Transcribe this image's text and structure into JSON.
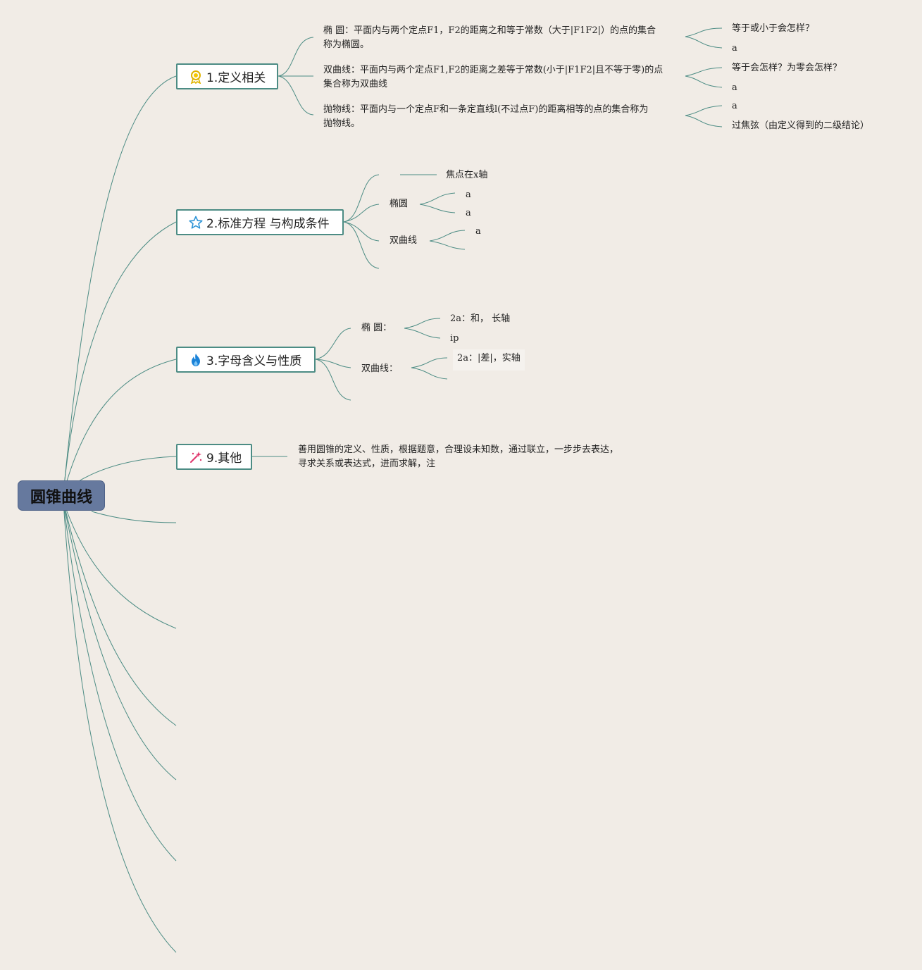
{
  "colors": {
    "background": "#f1ece6",
    "line": "#4c8c84",
    "root_fill": "#66799e",
    "topic_border": "#4c8c84"
  },
  "root": {
    "label": "圆锥曲线"
  },
  "topics": [
    {
      "label": "1.定义相关",
      "icon": "medal-icon",
      "children": [
        {
          "lines": [
            "椭 圆：平面内与两个定点F1，F2的距离之和等于常数（大于|F1F2|）的点的集合",
            "称为椭圆。"
          ],
          "children": [
            "等于或小于会怎样？",
            "a"
          ]
        },
        {
          "lines": [
            "双曲线：平面内与两个定点F1,F2的距离之差等于常数(小于|F1F2|且不等于零)的点",
            "集合称为双曲线"
          ],
          "children": [
            "等于会怎样？为零会怎样？",
            "a"
          ]
        },
        {
          "lines": [
            "抛物线：平面内与一个定点F和一条定直线l(不过点F)的距离相等的点的集合称为",
            "抛物线。"
          ],
          "children": [
            "a",
            "过焦弦（由定义得到的二级结论）"
          ]
        }
      ]
    },
    {
      "label": "2.标准方程 与构成条件",
      "icon": "star-icon",
      "children": [
        {
          "label": "焦点在x轴"
        },
        {
          "label": "椭圆",
          "children": [
            "a",
            "a"
          ]
        },
        {
          "label": "双曲线",
          "children": [
            "a"
          ]
        }
      ]
    },
    {
      "label": "3.字母含义与性质",
      "icon": "fire-icon",
      "children": [
        {
          "label": "椭 圆：",
          "children": [
            "2a：和， 长轴",
            "ip"
          ]
        },
        {
          "label": "双曲线：",
          "children": [
            "2a：|差|，实轴"
          ]
        }
      ]
    },
    {
      "label": "9.其他",
      "icon": "magic-wand-icon",
      "children": [
        {
          "lines": [
            "善用圆锥的定义、性质，根据题意，合理设未知数，通过联立，一步步去表达，",
            "寻求关系或表达式，进而求解，注"
          ]
        }
      ]
    }
  ]
}
